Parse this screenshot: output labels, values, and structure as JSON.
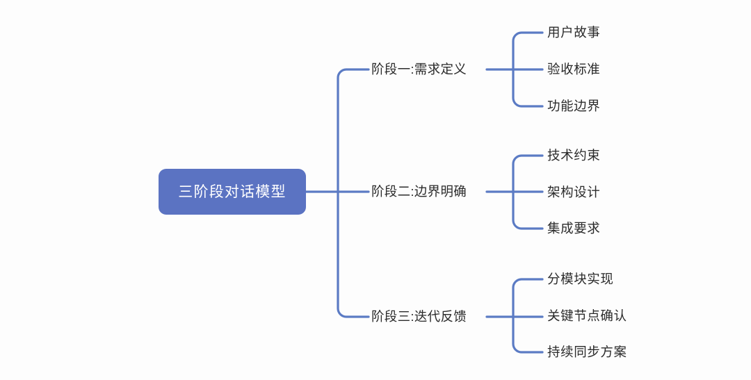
{
  "diagram": {
    "type": "mindmap",
    "orientation": "left-to-right",
    "background_color": "#fdfdfd",
    "line_color": "#5b7bc4",
    "root": {
      "label": "三阶段对话模型",
      "fill_color": "#5b73c2",
      "text_color": "#ffffff"
    },
    "branches": [
      {
        "label": "阶段一:需求定义",
        "text_color": "#2b2b2b",
        "children": [
          {
            "label": "用户故事"
          },
          {
            "label": "验收标准"
          },
          {
            "label": "功能边界"
          }
        ]
      },
      {
        "label": "阶段二:边界明确",
        "text_color": "#2b2b2b",
        "children": [
          {
            "label": "技术约束"
          },
          {
            "label": "架构设计"
          },
          {
            "label": "集成要求"
          }
        ]
      },
      {
        "label": "阶段三:迭代反馈",
        "text_color": "#2b2b2b",
        "children": [
          {
            "label": "分模块实现"
          },
          {
            "label": "关键节点确认"
          },
          {
            "label": "持续同步方案"
          }
        ]
      }
    ]
  }
}
